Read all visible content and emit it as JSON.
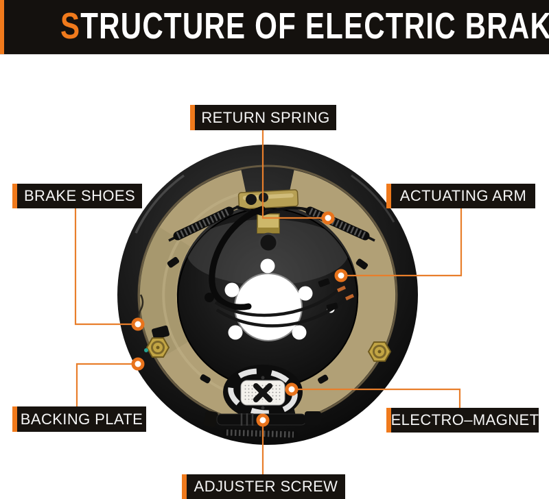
{
  "banner": {
    "title_accent": "S",
    "title_rest": "TRUCTURE OF ELECTRIC BRAKE"
  },
  "labels": {
    "return_spring": "RETURN SPRING",
    "brake_shoes": "BRAKE SHOES",
    "actuating_arm": "ACTUATING ARM",
    "backing_plate": "BACKING PLATE",
    "electro_magnet": "ELECTRO–MAGNET",
    "adjuster_screw": "ADJUSTER SCREW"
  },
  "colors": {
    "accent_orange": "#F07A1C",
    "banner_bg": "#14110E",
    "label_bg": "#17130F",
    "callout_line": "#E87E2B",
    "callout_dot_ring": "#E8731C",
    "label_text": "#F5F5F5",
    "title_text": "#FFFFFF",
    "page_bg": "#FFFFFF"
  }
}
